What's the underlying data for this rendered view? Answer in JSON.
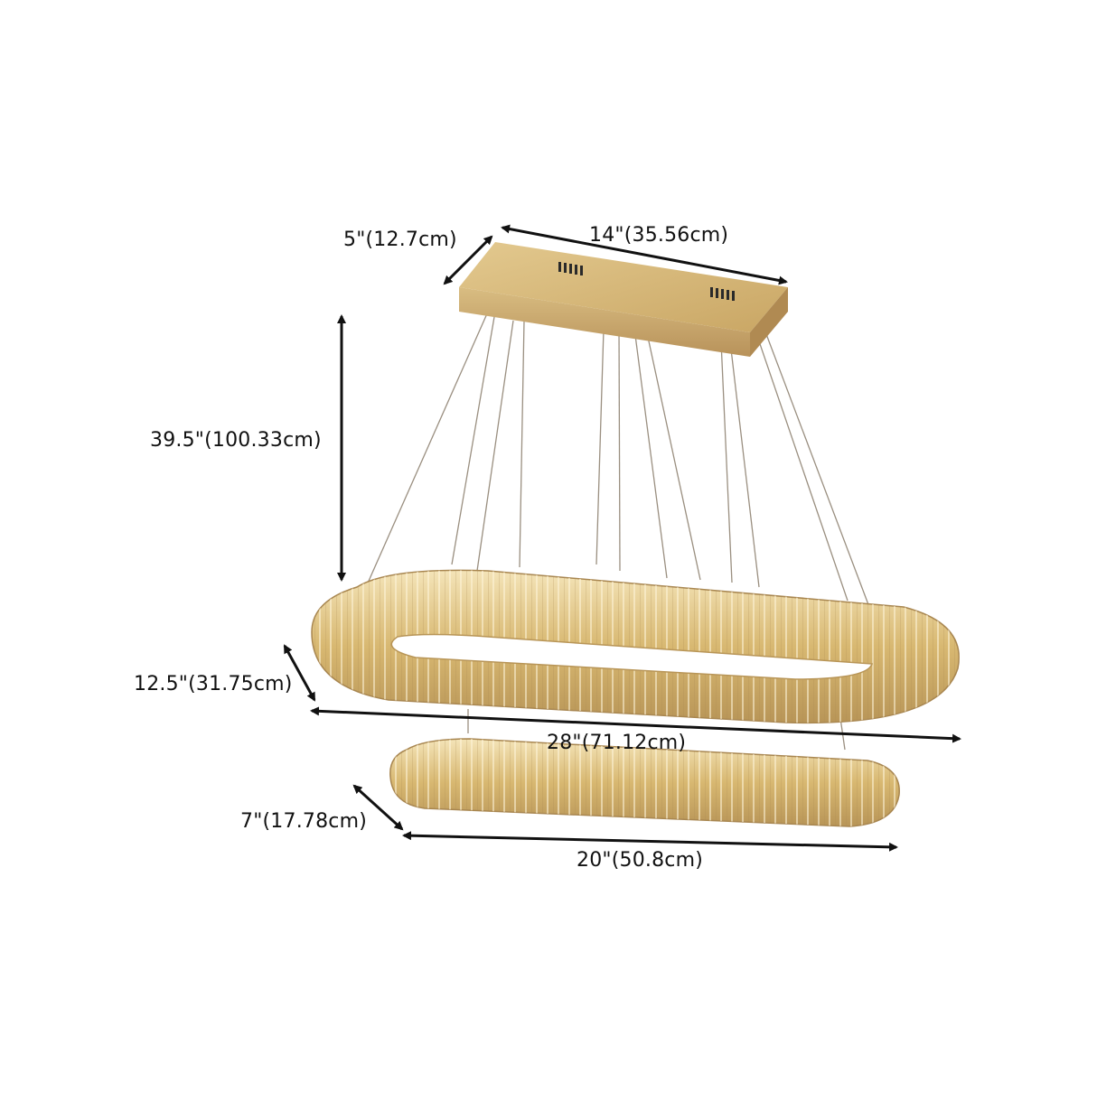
{
  "colors": {
    "background": "#ffffff",
    "arrow": "#111111",
    "brass": "#c9a664",
    "crystal": "#e8cf8f",
    "wire": "#9a8f80"
  },
  "dimensions": {
    "canopy_depth": "5\"(12.7cm)",
    "canopy_width": "14\"(35.56cm)",
    "hanging_height": "39.5\"(100.33cm)",
    "upper_ring_depth": "12.5\"(31.75cm)",
    "upper_ring_width": "28\"(71.12cm)",
    "lower_ring_depth": "7\"(17.78cm)",
    "lower_ring_width": "20\"(50.8cm)"
  }
}
